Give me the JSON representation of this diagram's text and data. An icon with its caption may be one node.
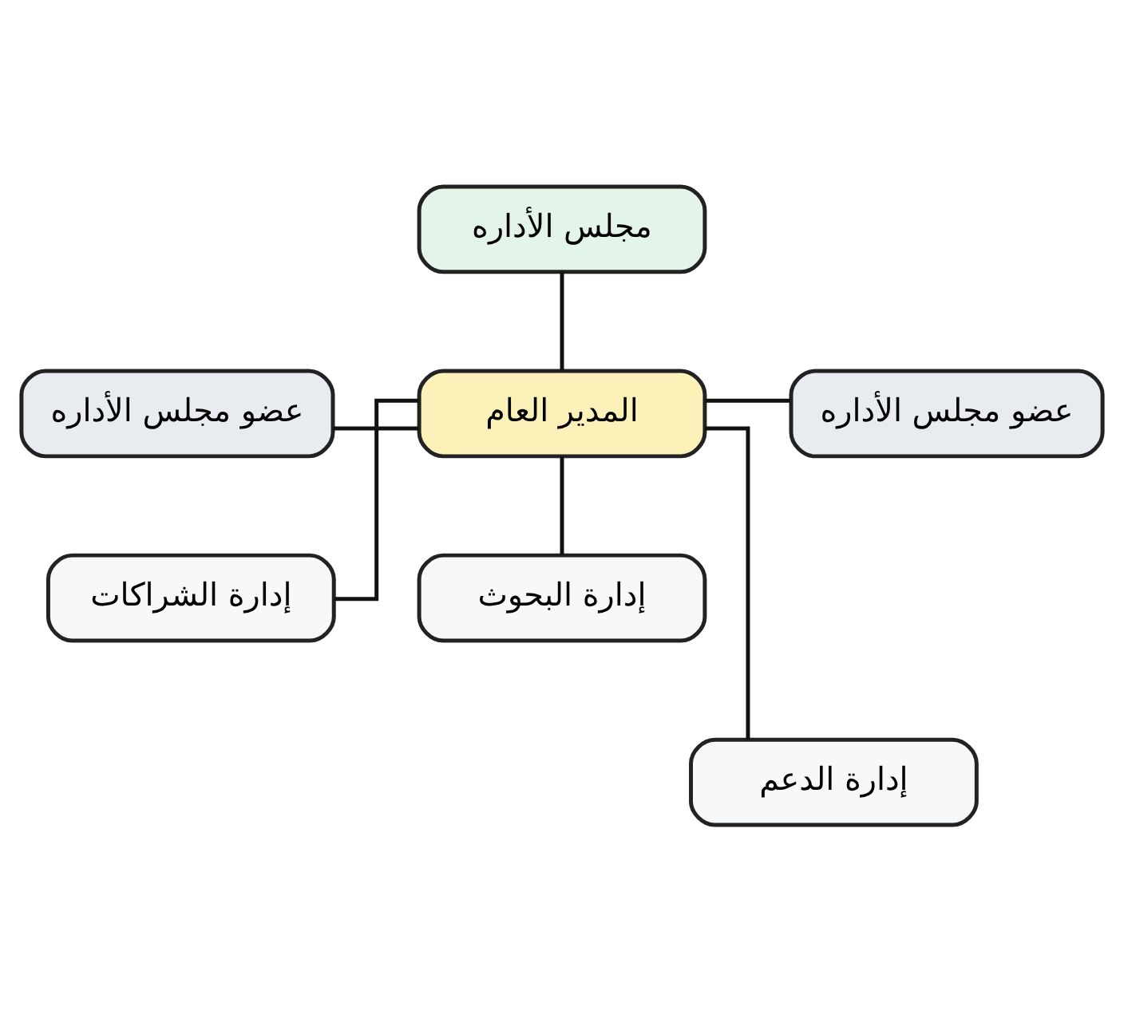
{
  "diagram": {
    "nodes": [
      {
        "text": [
          "مجلس الأداره"
        ]
      },
      {
        "text": [
          "عضو مجلس الأداره"
        ]
      },
      {
        "text": [
          "المدير العام"
        ]
      },
      {
        "text": [
          "عضو مجلس الأداره"
        ]
      },
      {
        "text": [
          "إدارة الشراكات"
        ]
      },
      {
        "text": [
          "إدارة البحوث"
        ]
      },
      {
        "text": [
          "إدارة الدعم"
        ]
      }
    ],
    "edges": [
      {
        "from": 0,
        "to": 2,
        "arrow": "none"
      },
      {
        "from": 1,
        "to": 2,
        "arrow": "none"
      },
      {
        "from": 2,
        "to": 3,
        "arrow": "none"
      },
      {
        "from": 2,
        "to": 4,
        "arrow": "none"
      },
      {
        "from": 2,
        "to": 5,
        "arrow": "none"
      },
      {
        "from": 2,
        "to": 6,
        "arrow": "none"
      }
    ]
  }
}
